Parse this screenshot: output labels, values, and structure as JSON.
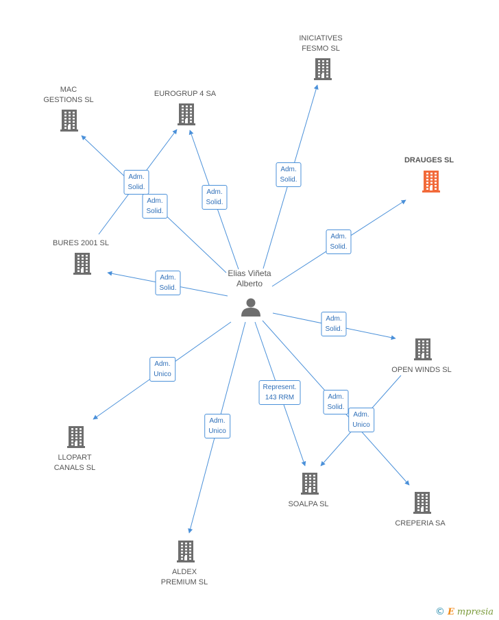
{
  "colors": {
    "edge": "#4a90d9",
    "building": "#6e6e6e",
    "highlight": "#f26a3a",
    "person": "#6e6e6e"
  },
  "center": {
    "label": "Elias Viñeta\nAlberto",
    "icon": "person-icon"
  },
  "nodes": [
    {
      "id": "iniciatives",
      "label": "INICIATIVES\nFESMO SL",
      "highlight": false
    },
    {
      "id": "mac",
      "label": "MAC\nGESTIONS SL",
      "highlight": false
    },
    {
      "id": "eurogrup",
      "label": "EUROGRUP 4 SA",
      "highlight": false
    },
    {
      "id": "drauges",
      "label": "DRAUGES SL",
      "highlight": true
    },
    {
      "id": "bures",
      "label": "BURES 2001 SL",
      "highlight": false
    },
    {
      "id": "openwinds",
      "label": "OPEN WINDS SL",
      "highlight": false
    },
    {
      "id": "llopart",
      "label": "LLOPART\nCANALS SL",
      "highlight": false
    },
    {
      "id": "soalpa",
      "label": "SOALPA SL",
      "highlight": false
    },
    {
      "id": "creperia",
      "label": "CREPERIA SA",
      "highlight": false
    },
    {
      "id": "aldex",
      "label": "ALDEX\nPREMIUM SL",
      "highlight": false
    }
  ],
  "edges": [
    {
      "from": "center",
      "to": "iniciatives",
      "label": "Adm.\nSolid."
    },
    {
      "from": "center",
      "to": "eurogrup",
      "label": "Adm.\nSolid."
    },
    {
      "from": "center",
      "to": "mac",
      "label": "Adm.\nSolid."
    },
    {
      "from": "bures",
      "to": "eurogrup",
      "label": "Adm.\nSolid."
    },
    {
      "from": "center",
      "to": "drauges",
      "label": "Adm.\nSolid."
    },
    {
      "from": "center",
      "to": "bures",
      "label": "Adm.\nSolid."
    },
    {
      "from": "center",
      "to": "openwinds",
      "label": "Adm.\nSolid."
    },
    {
      "from": "center",
      "to": "llopart",
      "label": "Adm.\nUnico"
    },
    {
      "from": "center",
      "to": "aldex",
      "label": "Adm.\nUnico"
    },
    {
      "from": "center",
      "to": "soalpa",
      "label": "Represent.\n143 RRM"
    },
    {
      "from": "center",
      "to": "creperia",
      "label": "Adm.\nSolid."
    },
    {
      "from": "openwinds",
      "to": "soalpa",
      "label": "Adm.\nUnico"
    }
  ],
  "brand": {
    "copyright": "©",
    "name": "mpresia",
    "initial": "E"
  }
}
